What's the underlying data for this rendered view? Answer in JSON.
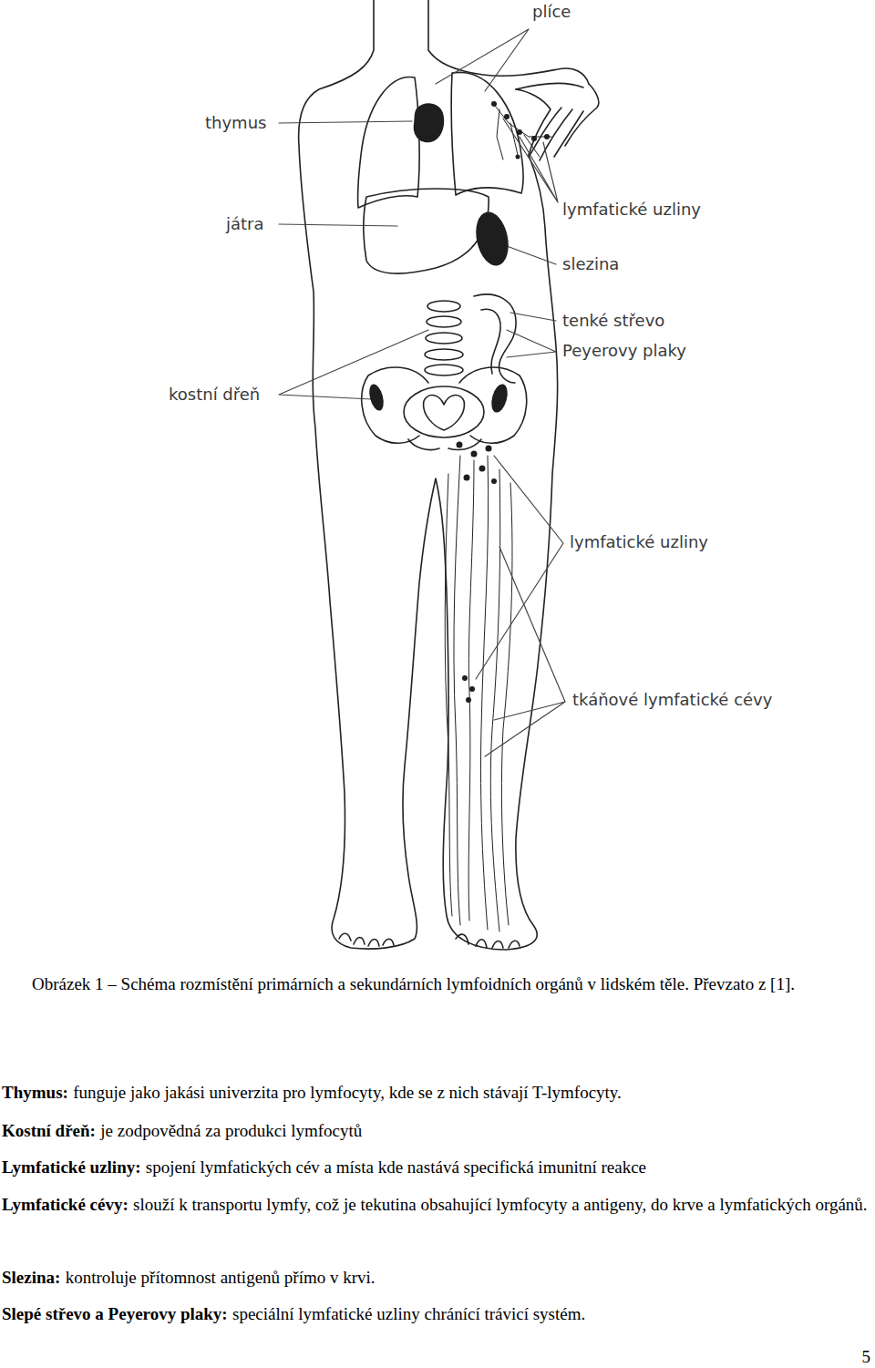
{
  "diagram": {
    "caption": "Obrázek 1 – Schéma rozmístění primárních a sekundárních lymfoidních orgánů v lidském těle. Převzato z [1].",
    "labels": [
      "plíce",
      "thymus",
      "játra",
      "lymfatické uzliny",
      "slezina",
      "tenké střevo",
      "Peyerovy plaky",
      "kostní dřeň",
      "lymfatické uzliny",
      "tkáňové lymfatické cévy",
      "Thymus:",
      "funguje jako jakási univerzita pro lymfocyty, kde se z nich stávají T-lymfocyty.",
      "Kostní dřeň:",
      "je zodpovědná za produkci lymfocytů",
      "Lymfatické uzliny:",
      "spojení lymfatických cév a místa kde nastává specifická imunitní reakce",
      "Lymfatické cévy:",
      "slouží k transportu lymfy, což je tekutina obsahující lymfocyty a antigeny, do krve a lymfatických orgánů.",
      "Slezina:",
      "kontroluje přítomnost antigenů přímo v krvi.",
      "Slepé střevo a Peyerovy plaky:",
      "speciální lymfatické uzliny chránící trávicí systém.",
      "5"
    ]
  }
}
